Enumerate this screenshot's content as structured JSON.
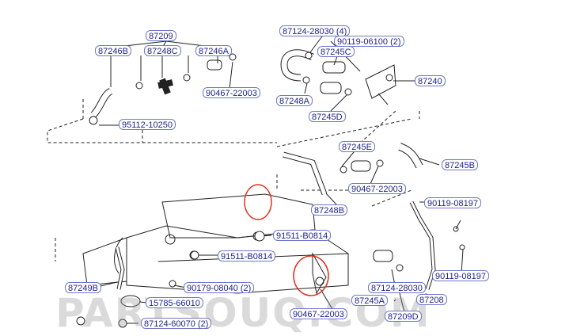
{
  "parts": {
    "p87209_top": "87209",
    "p87246B": "87246B",
    "p87248C": "87248C",
    "p87246A": "87246A",
    "p90467_top": "90467-22003",
    "p95112": "95112-10250",
    "p87124_top": "87124-28030 (4)",
    "p90119_06100": "90119-06100 (2)",
    "p87245C": "87245C",
    "p87240": "87240",
    "p87248A": "87248A",
    "p87245D": "87245D",
    "p87245E": "87245E",
    "p87245B": "87245B",
    "p90467_mid": "90467-22003",
    "p87248B": "87248B",
    "p90119_08197a": "90119-08197",
    "p90119_08197b": "90119-08197",
    "p91511_a": "91511-B0814",
    "p91511_b": "91511-B0814",
    "p87249B": "87249B",
    "p90179": "90179-08040 (2)",
    "p15785": "15785-66010",
    "p87124_60070": "87124-60070 (2)",
    "p90467_bot": "90467-22003",
    "p87124_bot": "87124-28030",
    "p87245A": "87245A",
    "p87208": "87208",
    "p87209D": "87209D"
  },
  "watermark": "PARTSOUQ.COM",
  "colors": {
    "label_text": "#1c1f8a",
    "label_border": "#6d78c9",
    "highlight": "#e0301e",
    "line": "#222222"
  }
}
